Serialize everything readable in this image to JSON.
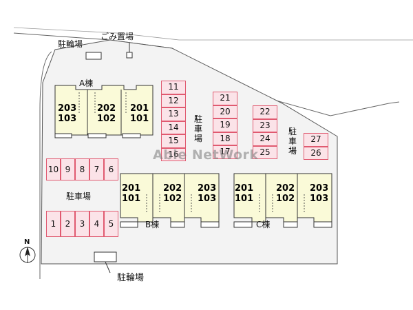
{
  "colors": {
    "site_fill": "#f3f3f3",
    "building_fill": "#fafad8",
    "parking_fill": "#fbe3e8",
    "parking_border": "#e05a70"
  },
  "labels": {
    "bike_top": "駐輪場",
    "trash": "ごみ置場",
    "bike_bottom": "駐輪場",
    "parking_left": "駐車場",
    "parking_mid_vertical": [
      "駐",
      "車",
      "場"
    ],
    "parking_right_vertical": [
      "駐",
      "車",
      "場"
    ],
    "watermark": "Able NetWork",
    "north": "N"
  },
  "buildings": {
    "A": {
      "name": "A棟",
      "units": [
        {
          "upper": "203",
          "lower": "103"
        },
        {
          "upper": "202",
          "lower": "102"
        },
        {
          "upper": "201",
          "lower": "101"
        }
      ]
    },
    "B": {
      "name": "B棟",
      "units": [
        {
          "upper": "201",
          "lower": "101"
        },
        {
          "upper": "202",
          "lower": "102"
        },
        {
          "upper": "203",
          "lower": "103"
        }
      ]
    },
    "C": {
      "name": "C棟",
      "units": [
        {
          "upper": "201",
          "lower": "101"
        },
        {
          "upper": "202",
          "lower": "102"
        },
        {
          "upper": "203",
          "lower": "103"
        }
      ]
    }
  },
  "parking": {
    "col_11_16": [
      "11",
      "12",
      "13",
      "14",
      "15",
      "16"
    ],
    "col_17_21": [
      "21",
      "20",
      "19",
      "18",
      "17"
    ],
    "col_22_25": [
      "22",
      "23",
      "24",
      "25"
    ],
    "col_26_27": [
      "27",
      "26"
    ],
    "row_10_6": [
      "10",
      "9",
      "8",
      "7",
      "6"
    ],
    "row_1_5": [
      "1",
      "2",
      "3",
      "4",
      "5"
    ]
  }
}
